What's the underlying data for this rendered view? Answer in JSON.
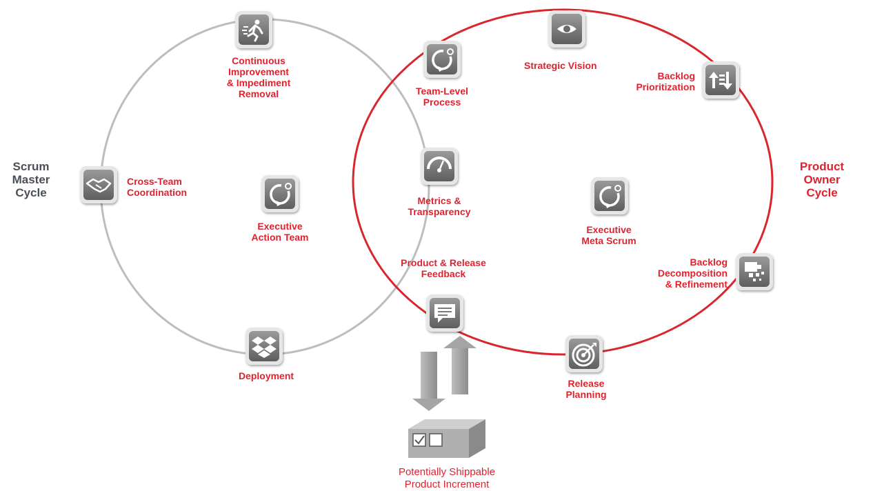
{
  "colors": {
    "accent_red": "#e0222e",
    "scrum_master_ring": "#bdbdbd",
    "product_owner_ring": "#d9262e",
    "cycle_label_dark": "#4a4f57",
    "icon_tile_dark": "#7a7a7a",
    "icon_tile_light": "#d8d8d8"
  },
  "cycles": {
    "scrum_master": "Scrum\nMaster\nCycle",
    "product_owner": "Product\nOwner\nCycle"
  },
  "nodes": {
    "continuous_improvement": {
      "label": "Continuous\nImprovement\n& Impediment\nRemoval",
      "icon": "runner-icon"
    },
    "team_level_process": {
      "label": "Team-Level\nProcess",
      "icon": "cycle-arrow-icon"
    },
    "strategic_vision": {
      "label": "Strategic Vision",
      "icon": "eye-icon"
    },
    "backlog_prioritization": {
      "label": "Backlog\nPrioritization",
      "icon": "sort-arrows-icon"
    },
    "cross_team_coordination": {
      "label": "Cross-Team\nCoordination",
      "icon": "handshake-icon"
    },
    "executive_action_team": {
      "label": "Executive\nAction Team",
      "icon": "cycle-arrow-icon"
    },
    "metrics_transparency": {
      "label": "Metrics &\nTransparency",
      "icon": "gauge-icon"
    },
    "executive_meta_scrum": {
      "label": "Executive\nMeta Scrum",
      "icon": "cycle-arrow-icon"
    },
    "product_release_feedback": {
      "label": "Product & Release\nFeedback",
      "icon": "chat-bubble-icon"
    },
    "backlog_decomposition": {
      "label": "Backlog\nDecomposition\n& Refinement",
      "icon": "pixel-break-icon"
    },
    "deployment": {
      "label": "Deployment",
      "icon": "dropbox-icon"
    },
    "release_planning": {
      "label": "Release\nPlanning",
      "icon": "target-icon"
    }
  },
  "output": {
    "label": "Potentially Shippable\nProduct Increment",
    "icon": "checkbox-crate-icon"
  }
}
